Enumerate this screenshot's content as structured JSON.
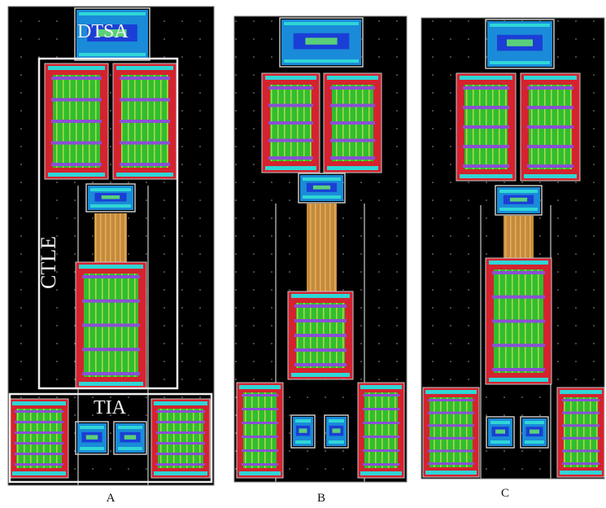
{
  "figure": {
    "panels": [
      {
        "id": "A",
        "caption": "A"
      },
      {
        "id": "B",
        "caption": "B"
      },
      {
        "id": "C",
        "caption": "C"
      }
    ],
    "block_labels": {
      "dtsa": "DTSA",
      "ctle": "CTLE",
      "tia": "TIA"
    },
    "colors": {
      "background": "#000000",
      "poly": "#d4232f",
      "diffusion": "#2fbf2f",
      "metal1": "#3a6fff",
      "metal2": "#8a4fd6",
      "metal3": "#2fd6d6",
      "contact_stripe": "#c98a3a",
      "outline": "#c8c8c8"
    }
  }
}
